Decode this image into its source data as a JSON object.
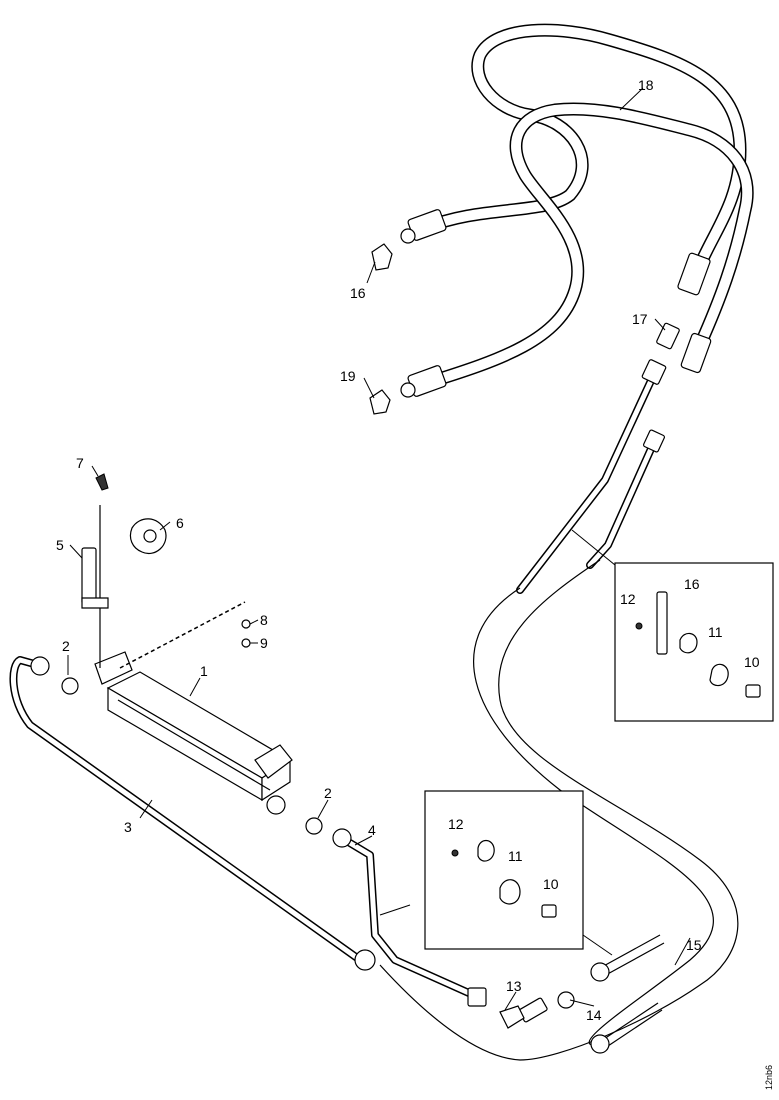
{
  "callouts": {
    "c1": "1",
    "c2a": "2",
    "c2b": "2",
    "c3": "3",
    "c4": "4",
    "c5": "5",
    "c6": "6",
    "c7": "7",
    "c8": "8",
    "c9": "9",
    "c10a": "10",
    "c10b": "10",
    "c11a": "11",
    "c11b": "11",
    "c12a": "12",
    "c12b": "12",
    "c13": "13",
    "c14": "14",
    "c15": "15",
    "c16a": "16",
    "c16b": "16",
    "c17": "17",
    "c18": "18",
    "c19": "19"
  },
  "drawing_code": "12nb6"
}
